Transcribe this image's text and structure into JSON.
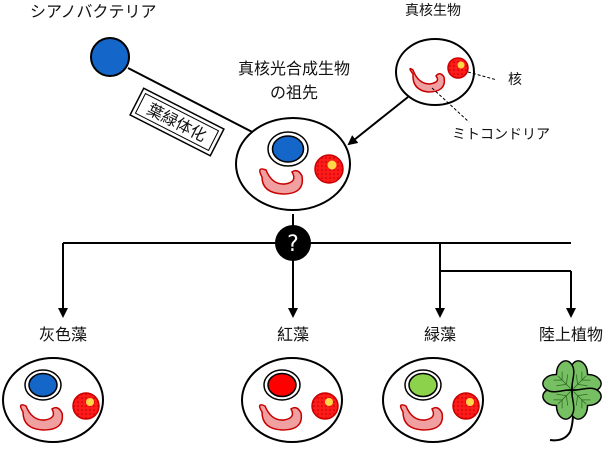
{
  "labels": {
    "cyanobacteria": "シアノバクテリア",
    "eukaryote": "真核生物",
    "ancestor_line1": "真核光合成生物",
    "ancestor_line2": "の祖先",
    "nucleus": "核",
    "mitochondria": "ミトコンドリア",
    "endosymbiosis": "葉緑体化",
    "unknown": "?"
  },
  "lineages": [
    {
      "label": "灰色藻",
      "plastid_color": "#1466c8"
    },
    {
      "label": "紅藻",
      "plastid_color": "#ff0000"
    },
    {
      "label": "緑藻",
      "plastid_color": "#8cd24a"
    },
    {
      "label": "陸上植物",
      "icon": "four-leaf-clover-icon",
      "leaf_color": "#77bf63"
    }
  ],
  "colors": {
    "cyanobacterium": "#1466c8",
    "ancestor_plastid": "#1466c8",
    "nucleus_fill": "#ff1a1a",
    "nucleolus": "#ffd84a",
    "mitochondrion_fill": "#f0a0a0",
    "mitochondrion_edge": "#c80000"
  }
}
